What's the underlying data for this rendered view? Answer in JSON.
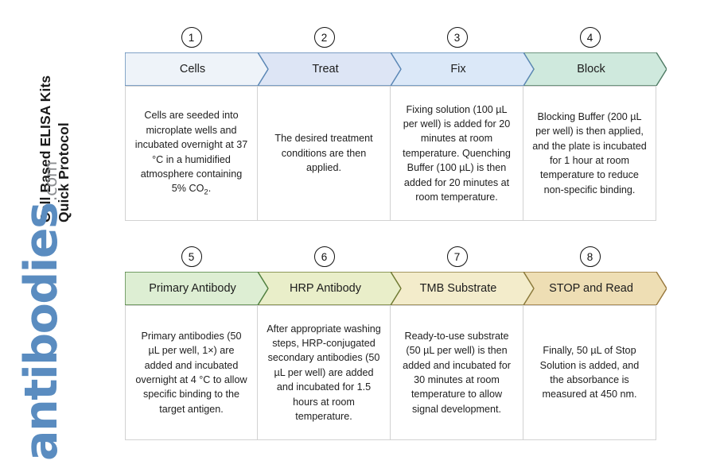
{
  "title": {
    "line1": "Cell Based ELISA Kits",
    "line2": "Quick Protocol"
  },
  "logo": {
    "word": "antibodies",
    "tld": ".com",
    "word_color": "#5a8cc0",
    "tld_color": "#8d8f92"
  },
  "rows": [
    {
      "name": "row-1",
      "steps": [
        {
          "number": "1",
          "label": "Cells",
          "body": "Cells are seeded into microplate wells and incubated overnight at 37 °C in a humidified atmosphere containing 5% CO₂.",
          "fill": "#eef3f9",
          "stroke": "#5b87b5"
        },
        {
          "number": "2",
          "label": "Treat",
          "body": "The desired treatment conditions are then applied.",
          "fill": "#dde5f5",
          "stroke": "#5b87b5"
        },
        {
          "number": "3",
          "label": "Fix",
          "body": "Fixing solution (100 µL per well) is added for 20 minutes at room temperature. Quenching Buffer (100 µL) is then added for 20 minutes at room temperature.",
          "fill": "#dbe8f8",
          "stroke": "#5b87b5"
        },
        {
          "number": "4",
          "label": "Block",
          "body": "Blocking Buffer (200 µL per well) is then applied, and the plate is incubated for 1 hour at room temperature to reduce non-specific binding.",
          "fill": "#cfe9dd",
          "stroke": "#4e7a63"
        }
      ]
    },
    {
      "name": "row-2",
      "steps": [
        {
          "number": "5",
          "label": "Primary Antibody",
          "body": "Primary antibodies (50 µL per well, 1×) are added and incubated overnight at 4 °C to allow specific binding to the target antigen.",
          "fill": "#ddeed3",
          "stroke": "#4f8040"
        },
        {
          "number": "6",
          "label": "HRP Antibody",
          "body": "After appropriate washing steps, HRP-conjugated secondary antibodies (50 µL per well) are added and incubated for 1.5 hours at room temperature.",
          "fill": "#e9eec9",
          "stroke": "#6f7b33"
        },
        {
          "number": "7",
          "label": "TMB Substrate",
          "body": "Ready-to-use substrate (50 µL per well) is then added and incubated for 30 minutes at room temperature to allow signal development.",
          "fill": "#f3eccb",
          "stroke": "#8a7a3c"
        },
        {
          "number": "8",
          "label": "STOP and Read",
          "body": "Finally, 50 µL of Stop Solution is added, and the absorbance is measured at 450 nm.",
          "fill": "#eedeb4",
          "stroke": "#97773c"
        }
      ]
    }
  ]
}
